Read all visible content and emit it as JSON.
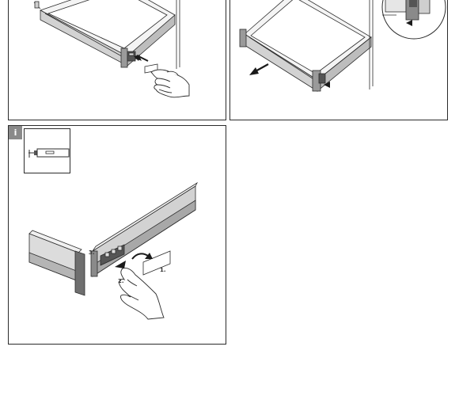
{
  "panel_c": {
    "info_badge": "i",
    "steps": {
      "step1": "1.",
      "step2": "2.",
      "step3": "3."
    }
  },
  "colors": {
    "line": "#2b2b2b",
    "metal_light": "#d9d9d9",
    "metal_mid": "#b8b8b8",
    "metal_dark": "#7a7a7a",
    "arrow": "#1a1a1a"
  },
  "icons": {
    "panel_a": [
      "drawer-box-icon",
      "finger-press-icon",
      "release-lever-icon"
    ],
    "panel_b": [
      "drawer-box-icon",
      "pull-arrow-icon",
      "detail-magnifier-icon"
    ],
    "panel_c": [
      "info-badge-icon",
      "drawer-side-icon",
      "hand-icon",
      "cover-cap-icon"
    ]
  }
}
